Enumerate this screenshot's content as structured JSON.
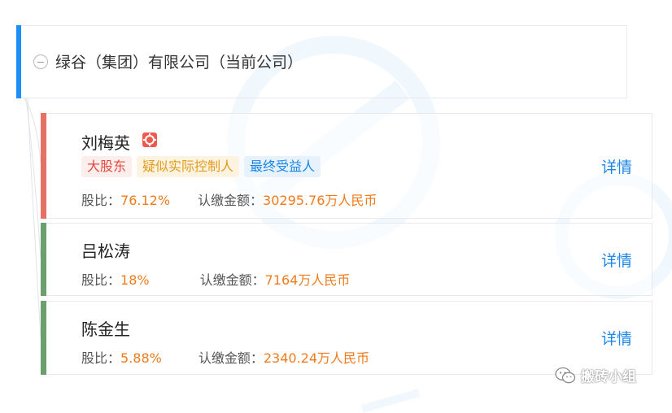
{
  "root": {
    "company_name": "绿谷（集团）有限公司（当前公司）",
    "accent_color": "#1b8ff5"
  },
  "labels": {
    "share_ratio": "股比：",
    "subscribed_amount": "认缴金额：",
    "detail": "详情"
  },
  "shareholders": [
    {
      "name": "刘梅英",
      "bar_color": "#e57063",
      "icon": "controller-badge-icon",
      "tags": [
        {
          "label": "大股东",
          "style": "red"
        },
        {
          "label": "疑似实际控制人",
          "style": "orange"
        },
        {
          "label": "最终受益人",
          "style": "blue"
        }
      ],
      "share_ratio": "76.12%",
      "subscribed_amount": "30295.76万人民币"
    },
    {
      "name": "吕松涛",
      "bar_color": "#6aa06e",
      "tags": [],
      "share_ratio": "18%",
      "subscribed_amount": "7164万人民币"
    },
    {
      "name": "陈金生",
      "bar_color": "#6aa06e",
      "tags": [],
      "share_ratio": "5.88%",
      "subscribed_amount": "2340.24万人民币"
    }
  ],
  "footer": {
    "wechat_icon": "wechat-icon",
    "wechat_account": "搬砖小组"
  }
}
